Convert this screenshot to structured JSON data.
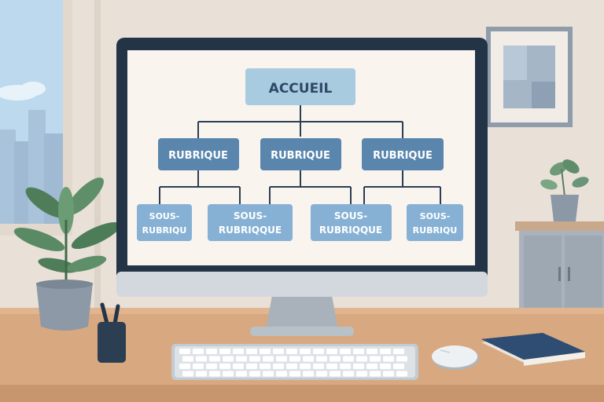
{
  "colors": {
    "wall": "#e9e1d8",
    "window_sky": "#bcd9ee",
    "window_city": "#a8c3da",
    "monitor_bezel": "#243447",
    "screen_bg": "#faf4ef",
    "root_box": "#a9cbe0",
    "root_text": "#2e4866",
    "rubrique_box": "#5a86ad",
    "sous_box": "#86b1d4",
    "connector": "#2c3e52",
    "desk": "#d8a880",
    "notebook": "#2f4d73"
  },
  "sitemap": {
    "root": {
      "label": "ACCUEIL"
    },
    "rubriques": [
      {
        "label": "RUBRIQUE"
      },
      {
        "label": "RUBRIQUE"
      },
      {
        "label": "RUBRIQUE"
      }
    ],
    "sous_rubriques": [
      {
        "line1": "SOUS-",
        "line2": "RUBRIQU"
      },
      {
        "line1": "SOUS-",
        "line2": "RUBRIQQUE"
      },
      {
        "line1": "SOUS-",
        "line2": "RUBRIQQUE"
      },
      {
        "line1": "SOUS-",
        "line2": "RUBRIQU"
      }
    ]
  },
  "icons": {
    "plant_large": "potted-plant-icon",
    "plant_small": "small-plant-icon",
    "pen_holder": "pen-holder-icon",
    "keyboard": "keyboard-icon",
    "mouse": "mouse-icon",
    "notebook": "notebook-icon",
    "wall_art": "framed-picture-icon"
  }
}
